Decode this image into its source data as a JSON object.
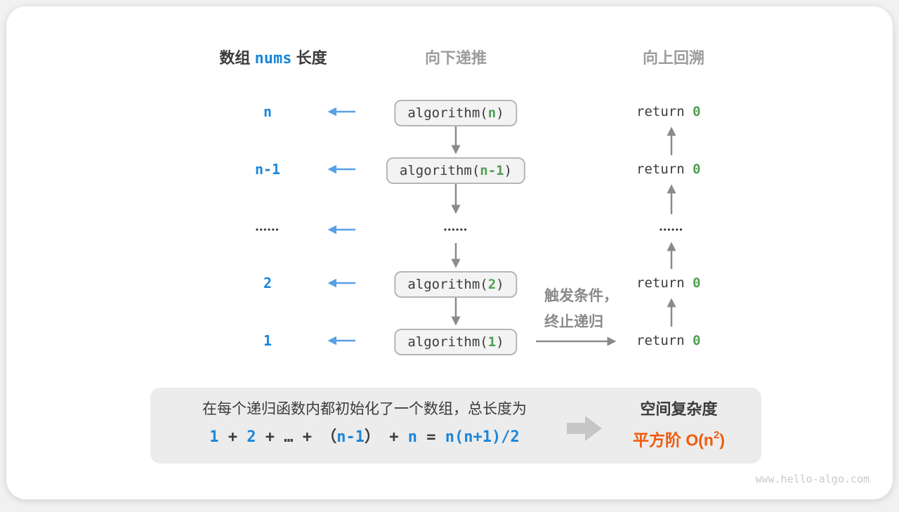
{
  "colors": {
    "blue": "#1a86d9",
    "blue-arrow": "#57a0e5",
    "green": "#4f9e51",
    "dark": "#3b3b3b",
    "gray-header": "#9c9c9c",
    "gray-arrow": "#8a8a8a",
    "orange": "#f05a0a",
    "box-bg": "#f3f3f3",
    "box-border": "#b6b6b6",
    "summary-bg": "#ececec",
    "watermark": "#c9c9c9"
  },
  "headers": {
    "array_pre": "数组 ",
    "array_code": "nums",
    "array_post": " 长度",
    "descend": "向下递推",
    "backtrack": "向上回溯"
  },
  "rows": [
    {
      "label": "n",
      "call_pre": "algorithm(",
      "arg": "n",
      "call_post": ")",
      "ret_pre": "return ",
      "ret_val": "0"
    },
    {
      "label": "n-1",
      "call_pre": "algorithm(",
      "arg": "n-1",
      "call_post": ")",
      "ret_pre": "return ",
      "ret_val": "0"
    },
    {
      "dots_left": "••••••",
      "dots_mid": "••••••",
      "dots_right": "••••••"
    },
    {
      "label": "2",
      "call_pre": "algorithm(",
      "arg": "2",
      "call_post": ")",
      "ret_pre": "return ",
      "ret_val": "0"
    },
    {
      "label": "1",
      "call_pre": "algorithm(",
      "arg": "1",
      "call_post": ")",
      "ret_pre": "return ",
      "ret_val": "0"
    }
  ],
  "trigger": {
    "line1": "触发条件，",
    "line2": "终止递归"
  },
  "summary": {
    "line1": "在每个递归函数内都初始化了一个数组，总长度为",
    "formula": [
      "1",
      " + ",
      "2",
      " + ",
      "…",
      " + ",
      "（",
      "n-1",
      "）",
      " + ",
      "n",
      " = ",
      "n(n+1)/2"
    ],
    "result_title": "空间复杂度",
    "result_pre": "平方阶 O(n",
    "result_sup": "2",
    "result_post": ")"
  },
  "watermark": "www.hello-algo.com"
}
